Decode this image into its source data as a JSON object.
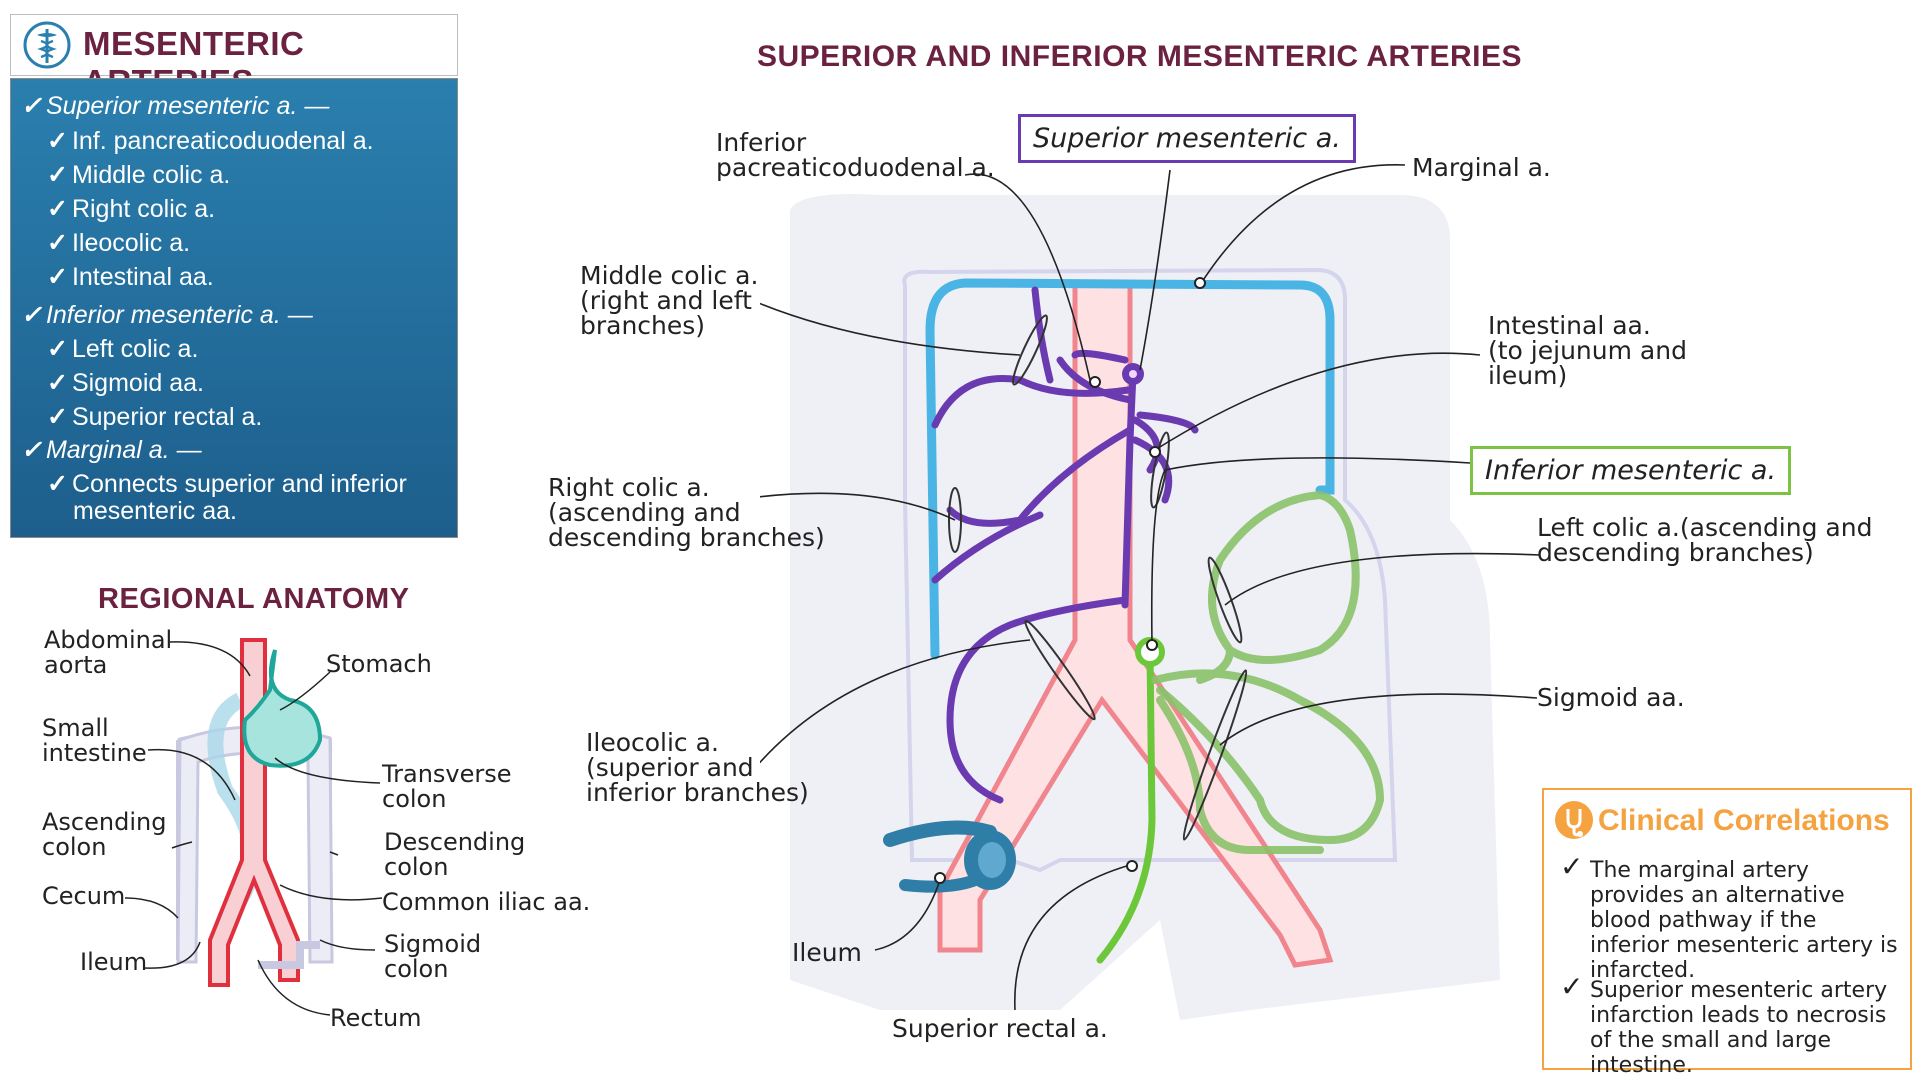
{
  "header": {
    "title": "MESENTERIC ARTERIES",
    "logo": "caduceus-icon"
  },
  "summary": {
    "items": [
      {
        "text": "Superior mesenteric a. —",
        "level": 0
      },
      {
        "text": "Inf. pancreaticoduodenal a.",
        "level": 1
      },
      {
        "text": "Middle colic a.",
        "level": 1
      },
      {
        "text": "Right colic a.",
        "level": 1
      },
      {
        "text": "Ileocolic a.",
        "level": 1
      },
      {
        "text": "Intestinal aa.",
        "level": 1
      },
      {
        "text": "Inferior mesenteric a. —",
        "level": 0
      },
      {
        "text": "Left colic a.",
        "level": 1
      },
      {
        "text": "Sigmoid aa.",
        "level": 1
      },
      {
        "text": "Superior rectal a.",
        "level": 1
      },
      {
        "text": "Marginal a. —",
        "level": 0
      },
      {
        "text": "Connects superior and inferior",
        "level": 1
      },
      {
        "text": "mesenteric aa.",
        "level": 2
      }
    ],
    "check_glyph": "✓"
  },
  "regional": {
    "title": "REGIONAL ANATOMY",
    "labels": {
      "abdominal_aorta_1": "Abdominal",
      "abdominal_aorta_2": "aorta",
      "stomach": "Stomach",
      "small_intestine_1": "Small",
      "small_intestine_2": "intestine",
      "transverse_colon_1": "Transverse",
      "transverse_colon_2": "colon",
      "ascending_colon_1": "Ascending",
      "ascending_colon_2": "colon",
      "descending_colon_1": "Descending",
      "descending_colon_2": "colon",
      "cecum": "Cecum",
      "common_iliac": "Common iliac aa.",
      "ileum": "Ileum",
      "sigmoid_colon_1": "Sigmoid",
      "sigmoid_colon_2": "colon",
      "rectum": "Rectum"
    }
  },
  "main": {
    "title": "SUPERIOR AND INFERIOR MESENTERIC ARTERIES",
    "sma_label": "Superior mesenteric a.",
    "ima_label": "Inferior mesenteric a.",
    "labels": {
      "inf_pancreatico_1": "Inferior",
      "inf_pancreatico_2": "pacreaticoduodenal a.",
      "marginal": "Marginal a.",
      "middle_colic_1": "Middle colic a.",
      "middle_colic_2": "(right and left",
      "middle_colic_3": "branches)",
      "intestinal_1": "Intestinal aa.",
      "intestinal_2": "(to jejunum and",
      "intestinal_3": "ileum)",
      "right_colic_1": "Right colic a.",
      "right_colic_2": "(ascending and",
      "right_colic_3": "descending branches)",
      "left_colic_1": "Left colic a.(ascending and",
      "left_colic_2": "descending branches)",
      "sigmoid": "Sigmoid aa.",
      "ileocolic_1": "Ileocolic a.",
      "ileocolic_2": "(superior and",
      "ileocolic_3": "inferior branches)",
      "ileum": "Ileum",
      "superior_rectal": "Superior rectal a."
    }
  },
  "clinical": {
    "title": "Clinical Correlations",
    "icon": "stethoscope-icon",
    "items": [
      "The marginal artery provides an alternative blood pathway if the inferior mesenteric artery is infarcted.",
      "Superior mesenteric artery infarction leads to necrosis of the small and large intestine."
    ]
  },
  "colors": {
    "title": "#6b2140",
    "summary_bg": "#1d6a9a",
    "sma": "#6a3bb0",
    "ima": "#7cc243",
    "marginal": "#4ab4e4",
    "aorta": "#e8707a",
    "clinical": "#f4a340"
  }
}
